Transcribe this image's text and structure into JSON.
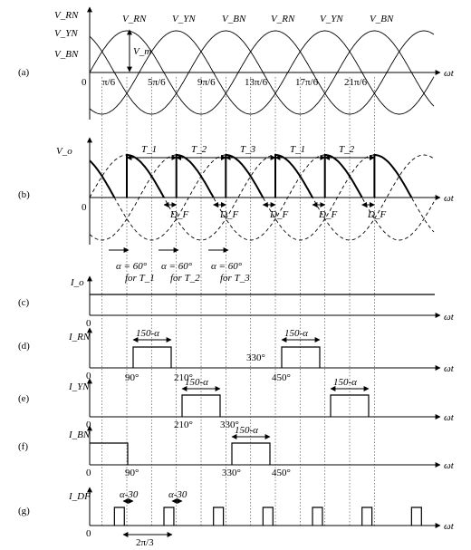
{
  "panels": [
    {
      "tag": "(a)",
      "ylabels": [
        "V_RN",
        "V_YN",
        "V_BN"
      ],
      "wave_labels": [
        "V_RN",
        "V_YN",
        "V_BN",
        "V_RN",
        "V_YN",
        "V_BN"
      ],
      "amplitude_label": "V_m",
      "origin": "0",
      "axis": "ωt",
      "ticks": [
        "π/6",
        "5π/6",
        "9π/6",
        "13π/6",
        "17π/6",
        "21π/6"
      ]
    },
    {
      "tag": "(b)",
      "ylabel": "V_o",
      "origin": "0",
      "axis": "ωt",
      "periods": [
        "T_1",
        "T_2",
        "T_3",
        "T_1",
        "T_2"
      ],
      "diode_label": "D_F",
      "alpha_notes": [
        {
          "line1": "α = 60°",
          "line2": "for T_1"
        },
        {
          "line1": "α = 60°",
          "line2": "for T_2"
        },
        {
          "line1": "α = 60°",
          "line2": "for T_3"
        }
      ]
    },
    {
      "tag": "(c)",
      "ylabel": "I_o",
      "origin": "0",
      "axis": "ωt"
    },
    {
      "tag": "(d)",
      "ylabel": "I_RN",
      "origin": "0",
      "axis": "ωt",
      "width_label": "150-α",
      "angles": [
        "90°",
        "210°",
        "330°",
        "450°"
      ]
    },
    {
      "tag": "(e)",
      "ylabel": "I_YN",
      "origin": "0",
      "axis": "ωt",
      "width_label": "150-α",
      "angles": [
        "210°",
        "330°"
      ]
    },
    {
      "tag": "(f)",
      "ylabel": "I_BN",
      "origin": "0",
      "axis": "ωt",
      "width_label": "150-α",
      "angles": [
        "90°",
        "330°",
        "450°"
      ]
    },
    {
      "tag": "(g)",
      "ylabel": "I_DF",
      "origin": "0",
      "axis": "ωt",
      "width_label": "α-30",
      "period_label": "2π/3"
    }
  ]
}
